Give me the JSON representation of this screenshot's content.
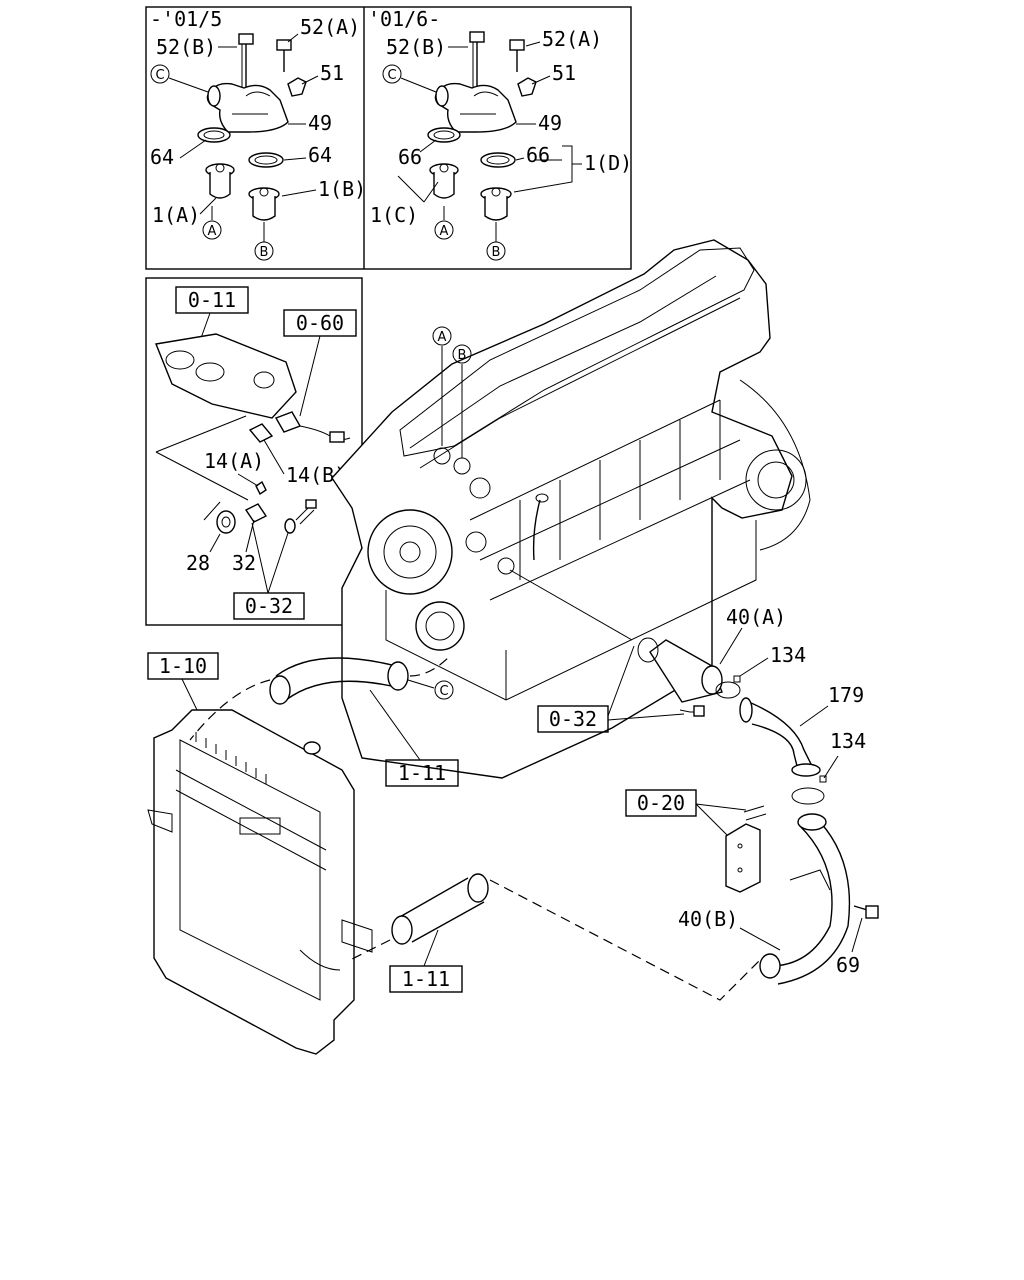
{
  "inset_left": {
    "period": "-'01/5",
    "labels": [
      "52(B)",
      "52(A)",
      "51",
      "49",
      "64",
      "64",
      "1(B)",
      "1(A)"
    ],
    "circles": [
      "C",
      "A",
      "B"
    ]
  },
  "inset_right": {
    "period": "'01/6-",
    "labels": [
      "52(B)",
      "52(A)",
      "51",
      "49",
      "66",
      "66",
      "1(D)",
      "1(C)"
    ],
    "circles": [
      "C",
      "A",
      "B"
    ]
  },
  "inset_sensor": {
    "refs": [
      "0-11",
      "0-60",
      "0-32"
    ],
    "labels": [
      "14(A)",
      "14(B)",
      "28",
      "32"
    ]
  },
  "engine": {
    "circles": [
      "A",
      "B"
    ]
  },
  "lower": {
    "refs": [
      "1-10",
      "1-11",
      "0-32",
      "1-11",
      "0-20"
    ],
    "labels": [
      "40(A)",
      "134",
      "179",
      "134",
      "40(B)",
      "69"
    ],
    "circles": [
      "C"
    ]
  }
}
